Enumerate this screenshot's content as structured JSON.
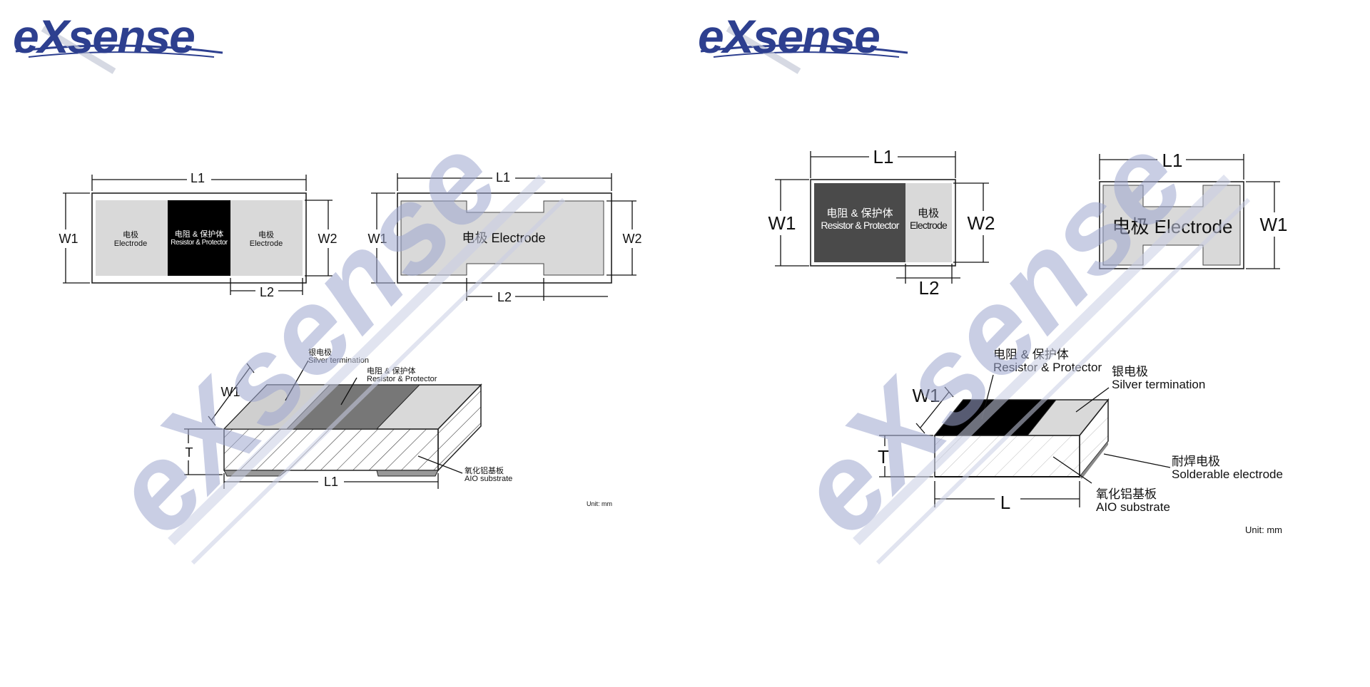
{
  "brand": {
    "logo_text": "eXsense",
    "watermark_text": "eXsense",
    "colors": {
      "logo_blue": "#2d3f8f",
      "watermark": "#9ea7cf",
      "resistor_black": "#000000",
      "resistor_dark": "#4a4a4a",
      "electrode_gray": "#d9d9d9"
    }
  },
  "left": {
    "top_view_a": {
      "l1": "L1",
      "w1": "W1",
      "w2": "W2",
      "l2": "L2",
      "electrode_left_cn": "电极",
      "electrode_left_en": "Electrode",
      "resistor_cn": "电阻 & 保护体",
      "resistor_en": "Resistor & Protector",
      "electrode_right_cn": "电极",
      "electrode_right_en": "Electrode"
    },
    "top_view_b": {
      "l1": "L1",
      "w1": "W1",
      "w2": "W2",
      "l2": "L2",
      "electrode_label": "电极 Electrode"
    },
    "iso_view": {
      "w1": "W1",
      "t": "T",
      "l1": "L1",
      "silver_cn": "银电极",
      "silver_en": "Silver termination",
      "resistor_cn": "电阻 & 保护体",
      "resistor_en": "Resistor & Protector",
      "substrate_cn": "氧化铝基板",
      "substrate_en": "AIO substrate"
    },
    "unit": "Unit: mm"
  },
  "right": {
    "top_view_a": {
      "l1": "L1",
      "w1": "W1",
      "w2": "W2",
      "l2": "L2",
      "resistor_cn": "电阻 & 保护体",
      "resistor_en": "Resistor & Protector",
      "electrode_cn": "电极",
      "electrode_en": "Electrode"
    },
    "top_view_b": {
      "l1": "L1",
      "w1": "W1",
      "electrode_label": "电极 Electrode"
    },
    "iso_view": {
      "w1": "W1",
      "t": "T",
      "l": "L",
      "resistor_cn": "电阻 & 保护体",
      "resistor_en": "Resistor & Protector",
      "silver_cn": "银电极",
      "silver_en": "Silver termination",
      "solder_cn": "耐焊电极",
      "solder_en": "Solderable electrode",
      "substrate_cn": "氧化铝基板",
      "substrate_en": "AIO substrate"
    },
    "unit": "Unit: mm"
  }
}
